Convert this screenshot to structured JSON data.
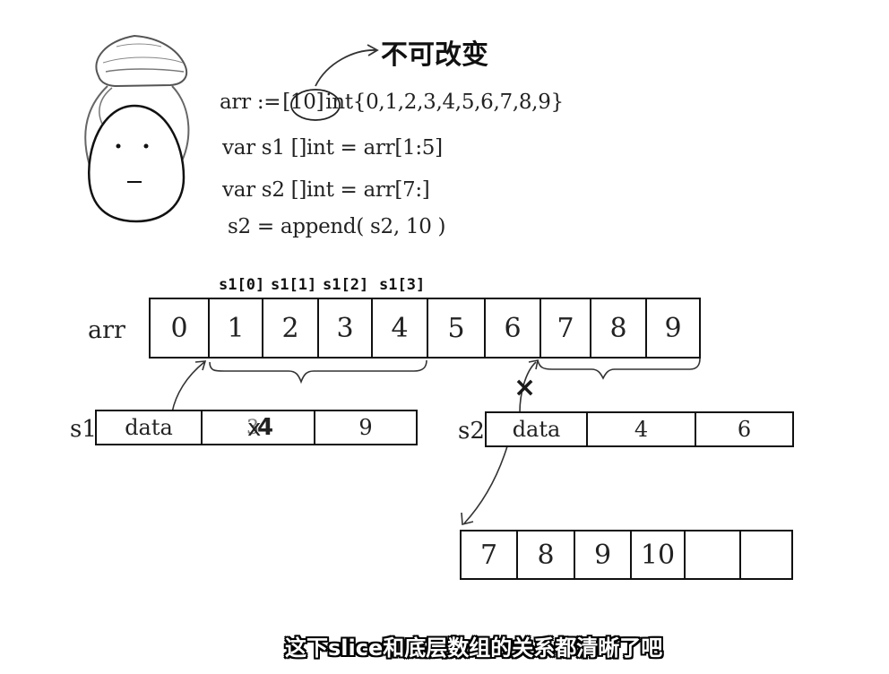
{
  "annotation": "不可改变",
  "code_lines": [
    {
      "pre": "arr :=",
      "len": "[10]",
      "post": "int{0,1,2,3,4,5,6,7,8,9}"
    },
    {
      "text": "var s1 []int = arr[1:5]"
    },
    {
      "text": "var s2 []int = arr[7:]"
    },
    {
      "text": "s2 = append( s2, 10 )"
    }
  ],
  "arr": {
    "label": "arr",
    "values": [
      "0",
      "1",
      "2",
      "3",
      "4",
      "5",
      "6",
      "7",
      "8",
      "9"
    ],
    "index_labels": [
      "s1[0]",
      "s1[1]",
      "s1[2]",
      "s1[3]"
    ]
  },
  "s1": {
    "label": "s1",
    "fields": [
      "data",
      "",
      "9"
    ],
    "len_crossed": "3",
    "len_new": "4"
  },
  "s2": {
    "label": "s2",
    "fields": [
      "data",
      "4",
      "6"
    ]
  },
  "new_array": {
    "values": [
      "7",
      "8",
      "9",
      "10",
      "",
      ""
    ]
  },
  "cross_mark": "×",
  "subtitle": "这下slice和底层数组的关系都清晰了吧"
}
